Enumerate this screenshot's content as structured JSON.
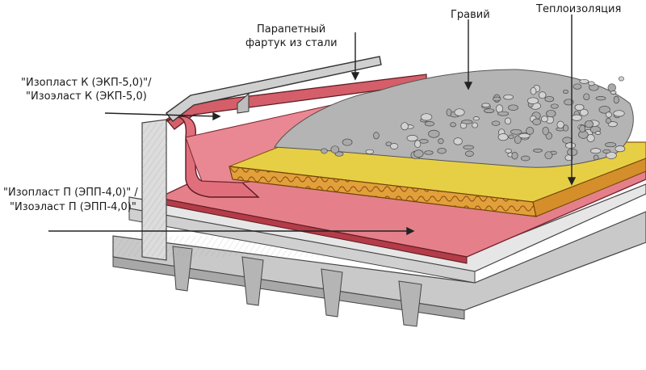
{
  "labels": {
    "parapet": [
      "Парапетный",
      "фартук из стали"
    ],
    "gravel": "Гравий",
    "insulation": "Теплоизоляция",
    "top_layer": [
      "\"Изопласт К (ЭКП-5,0)\"/",
      "\"Изоэласт К (ЭКП-5,0)"
    ],
    "bottom_layer": [
      "\"Изопласт П (ЭПП-4,0)\" /",
      "\"Изоэласт П (ЭПП-4,0)\""
    ]
  },
  "colors": {
    "membrane": "#e0707a",
    "membrane_light": "#ec9ca3",
    "membrane_dark": "#b33c48",
    "insulation": "#e7cf45",
    "insulation_edge": "#c7891e",
    "concrete": "#dedede",
    "steel": "#bfbfbf",
    "gravel": "#8e8e8e",
    "line": "#333333"
  }
}
